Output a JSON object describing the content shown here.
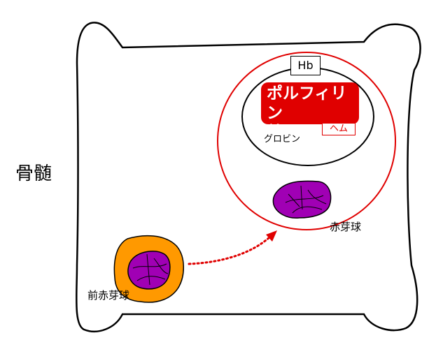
{
  "labels": {
    "bone_marrow": "骨髄",
    "erythroblast": "赤芽球",
    "proerythroblast": "前赤芽球",
    "hb": "Hb",
    "porphyrin_iron_line1": "ポルフィリン",
    "porphyrin_iron_line2": "鉄",
    "heme": "ヘム",
    "globin": "グロビン"
  },
  "colors": {
    "outline": "#000000",
    "red": "#e00000",
    "nucleus_purple": "#a000b4",
    "cytoplasm_orange": "#ff9900",
    "background": "#ffffff"
  }
}
